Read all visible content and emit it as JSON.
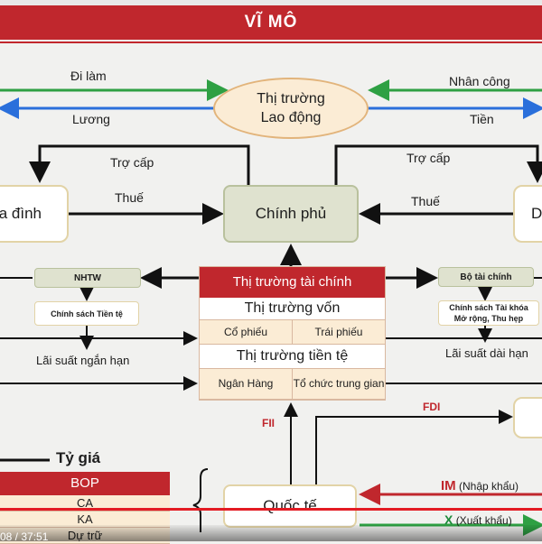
{
  "header": {
    "title": "VĨ MÔ"
  },
  "labor_market": {
    "line1": "Thị trường",
    "line2": "Lao động"
  },
  "flows": {
    "di_lam": "Đi làm",
    "luong": "Lương",
    "nhan_cong": "Nhân công",
    "tien": "Tiền",
    "tro_cap_left": "Trợ cấp",
    "tro_cap_right": "Trợ cấp",
    "thue_left": "Thuế",
    "thue_right": "Thuế"
  },
  "household": {
    "label": "a đình"
  },
  "business": {
    "label": "Do"
  },
  "government": {
    "label": "Chính phủ"
  },
  "central_bank": {
    "label": "NHTW",
    "policy": "Chính sách Tiền tệ",
    "rate": "Lãi suất ngắn hạn"
  },
  "finance_ministry": {
    "label": "Bộ tài chính",
    "policy_line1": "Chính sách Tài khóa",
    "policy_line2": "Mở rộng, Thu hẹp",
    "rate": "Lãi suất dài hạn"
  },
  "financial_market": {
    "title": "Thị trường tài chính",
    "capital_market": "Thị trường vốn",
    "stocks": "Cổ phiếu",
    "bonds": "Trái phiếu",
    "money_market": "Thị trường tiền tệ",
    "banks": "Ngân Hàng",
    "intermediaries": "Tổ chức trung gian"
  },
  "international": {
    "label": "Quốc tế",
    "fii": "FII",
    "fdi": "FDI",
    "im": "IM",
    "im_note": "(Nhập khẩu)",
    "x": "X",
    "x_note": "(Xuất khẩu)"
  },
  "exchange": {
    "label": "Tỷ giá",
    "bop": "BOP",
    "rows": [
      "CA",
      "KA",
      "Dự trữ"
    ]
  },
  "video": {
    "time": "08 / 37:51"
  },
  "colors": {
    "accent_red": "#c0272d",
    "green_arrow": "#2ea043",
    "blue_arrow": "#2a6fdb",
    "gov_fill": "#dfe2cf",
    "ellipse_fill": "#fbecd5"
  }
}
